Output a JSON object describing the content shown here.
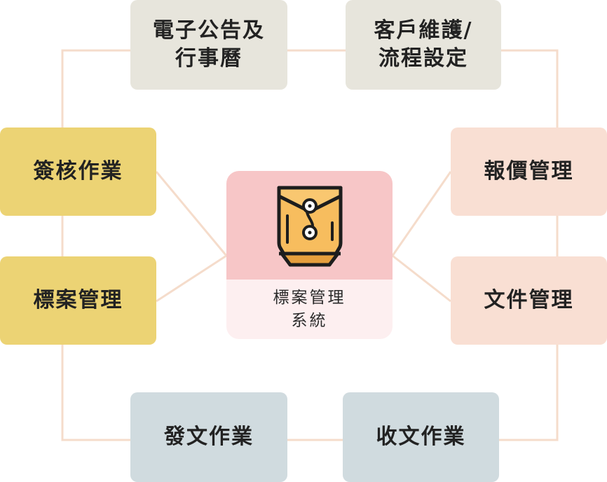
{
  "diagram": {
    "center": {
      "label": "標案管理\n系統",
      "icon": "envelope-file-icon"
    },
    "modules": [
      {
        "id": "bulletin",
        "label": "電子公告及\n行事曆"
      },
      {
        "id": "customer",
        "label": "客戶維護/\n流程設定"
      },
      {
        "id": "signoff",
        "label": "簽核作業"
      },
      {
        "id": "quote",
        "label": "報價管理"
      },
      {
        "id": "tender",
        "label": "標案管理"
      },
      {
        "id": "document",
        "label": "文件管理"
      },
      {
        "id": "outgoing",
        "label": "發文作業"
      },
      {
        "id": "incoming",
        "label": "收文作業"
      }
    ],
    "colors": {
      "connector": "#f5dccb",
      "top_boxes": "#e7e5dc",
      "left_boxes": "#ecd374",
      "right_boxes": "#f9dfd3",
      "bottom_boxes": "#d0dbdf",
      "center_top": "#f7c6c7",
      "center_bottom": "#fdeff0",
      "envelope": "#f7bd5e"
    }
  }
}
